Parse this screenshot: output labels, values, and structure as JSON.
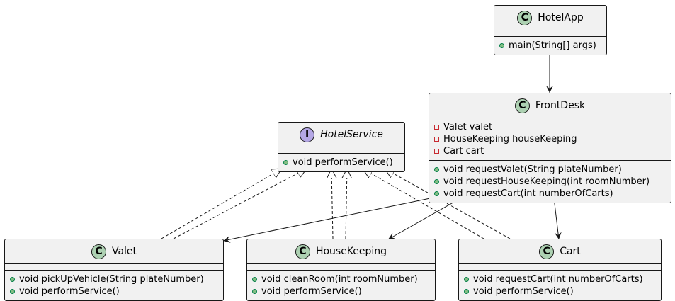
{
  "classes": {
    "hotelapp": {
      "name": "HotelApp",
      "badge": "C",
      "fields": [],
      "methods": [
        {
          "vis": "+",
          "text": "main(String[] args)"
        }
      ]
    },
    "frontdesk": {
      "name": "FrontDesk",
      "badge": "C",
      "fields": [
        {
          "vis": "-",
          "text": "Valet valet"
        },
        {
          "vis": "-",
          "text": "HouseKeeping houseKeeping"
        },
        {
          "vis": "-",
          "text": "Cart cart"
        }
      ],
      "methods": [
        {
          "vis": "+",
          "text": "void requestValet(String plateNumber)"
        },
        {
          "vis": "+",
          "text": "void requestHouseKeeping(int roomNumber)"
        },
        {
          "vis": "+",
          "text": "void requestCart(int numberOfCarts)"
        }
      ]
    },
    "hotelservice": {
      "name": "HotelService",
      "badge": "I",
      "fields": [],
      "methods": [
        {
          "vis": "+",
          "text": "void performService()"
        }
      ]
    },
    "valet": {
      "name": "Valet",
      "badge": "C",
      "fields": [],
      "methods": [
        {
          "vis": "+",
          "text": "void pickUpVehicle(String plateNumber)"
        },
        {
          "vis": "+",
          "text": "void performService()"
        }
      ]
    },
    "housekeeping": {
      "name": "HouseKeeping",
      "badge": "C",
      "fields": [],
      "methods": [
        {
          "vis": "+",
          "text": "void cleanRoom(int roomNumber)"
        },
        {
          "vis": "+",
          "text": "void performService()"
        }
      ]
    },
    "cart": {
      "name": "Cart",
      "badge": "C",
      "fields": [],
      "methods": [
        {
          "vis": "+",
          "text": "void requestCart(int numberOfCarts)"
        },
        {
          "vis": "+",
          "text": "void performService()"
        }
      ]
    }
  },
  "colors": {
    "class_badge": "#add1b2",
    "interface_badge": "#b4a7e5",
    "box_fill": "#f1f1f1",
    "stroke": "#181818"
  }
}
